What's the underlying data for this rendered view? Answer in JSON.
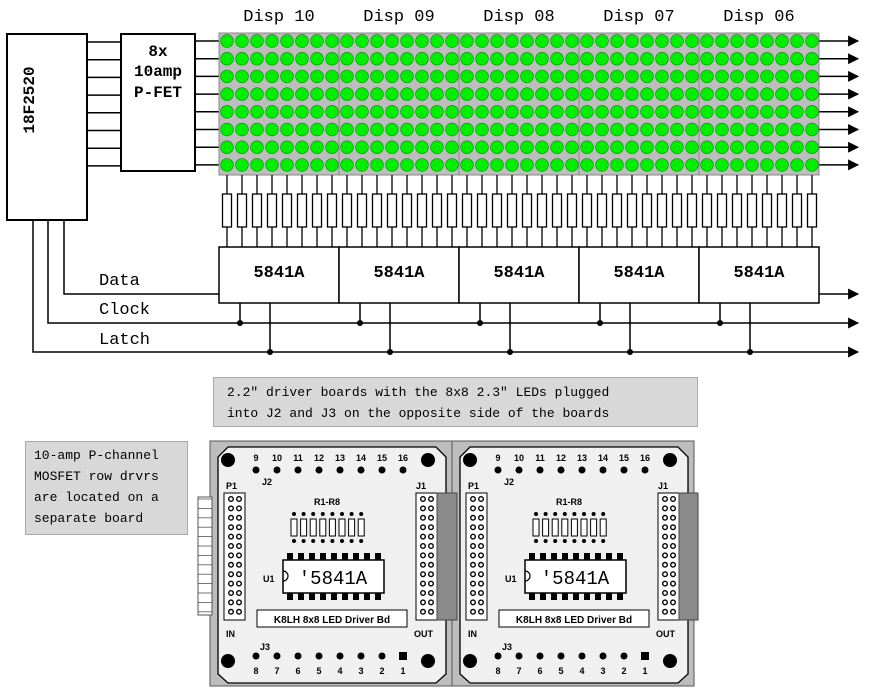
{
  "colors": {
    "led_on": "#00ee00",
    "panel_bg": "#bdbdbd",
    "board_fill": "#f0f0f0",
    "note_bg": "#d8d8d8"
  },
  "mcu": {
    "label": "18F2520"
  },
  "driver": {
    "lines": [
      "8x",
      "10amp",
      "P-FET"
    ]
  },
  "displays": [
    "Disp 10",
    "Disp 09",
    "Disp 08",
    "Disp 07",
    "Disp 06"
  ],
  "led_matrix": {
    "rows": 8,
    "columns": 40
  },
  "resistor_count": 40,
  "shift_registers": [
    "5841A",
    "5841A",
    "5841A",
    "5841A",
    "5841A"
  ],
  "signals": [
    "Data",
    "Clock",
    "Latch"
  ],
  "notes": {
    "boards": [
      "2.2\" driver boards with the 8x8 2.3\" LEDs plugged",
      "into J2 and J3 on the opposite side of the boards"
    ],
    "mosfet": [
      "10-amp P-channel",
      "MOSFET row drvrs",
      "are located on a",
      "separate board"
    ]
  },
  "board": {
    "top_pins": [
      "9",
      "10",
      "11",
      "12",
      "13",
      "14",
      "15",
      "16"
    ],
    "bottom_pins": [
      "8",
      "7",
      "6",
      "5",
      "4",
      "3",
      "2",
      "1"
    ],
    "j2": "J2",
    "j3": "J3",
    "p1": "P1",
    "j1": "J1",
    "rnet": "R1-R8",
    "u1": "U1",
    "chip": "'5841A",
    "caption": "K8LH 8x8 LED Driver Bd",
    "in": "IN",
    "out": "OUT"
  }
}
